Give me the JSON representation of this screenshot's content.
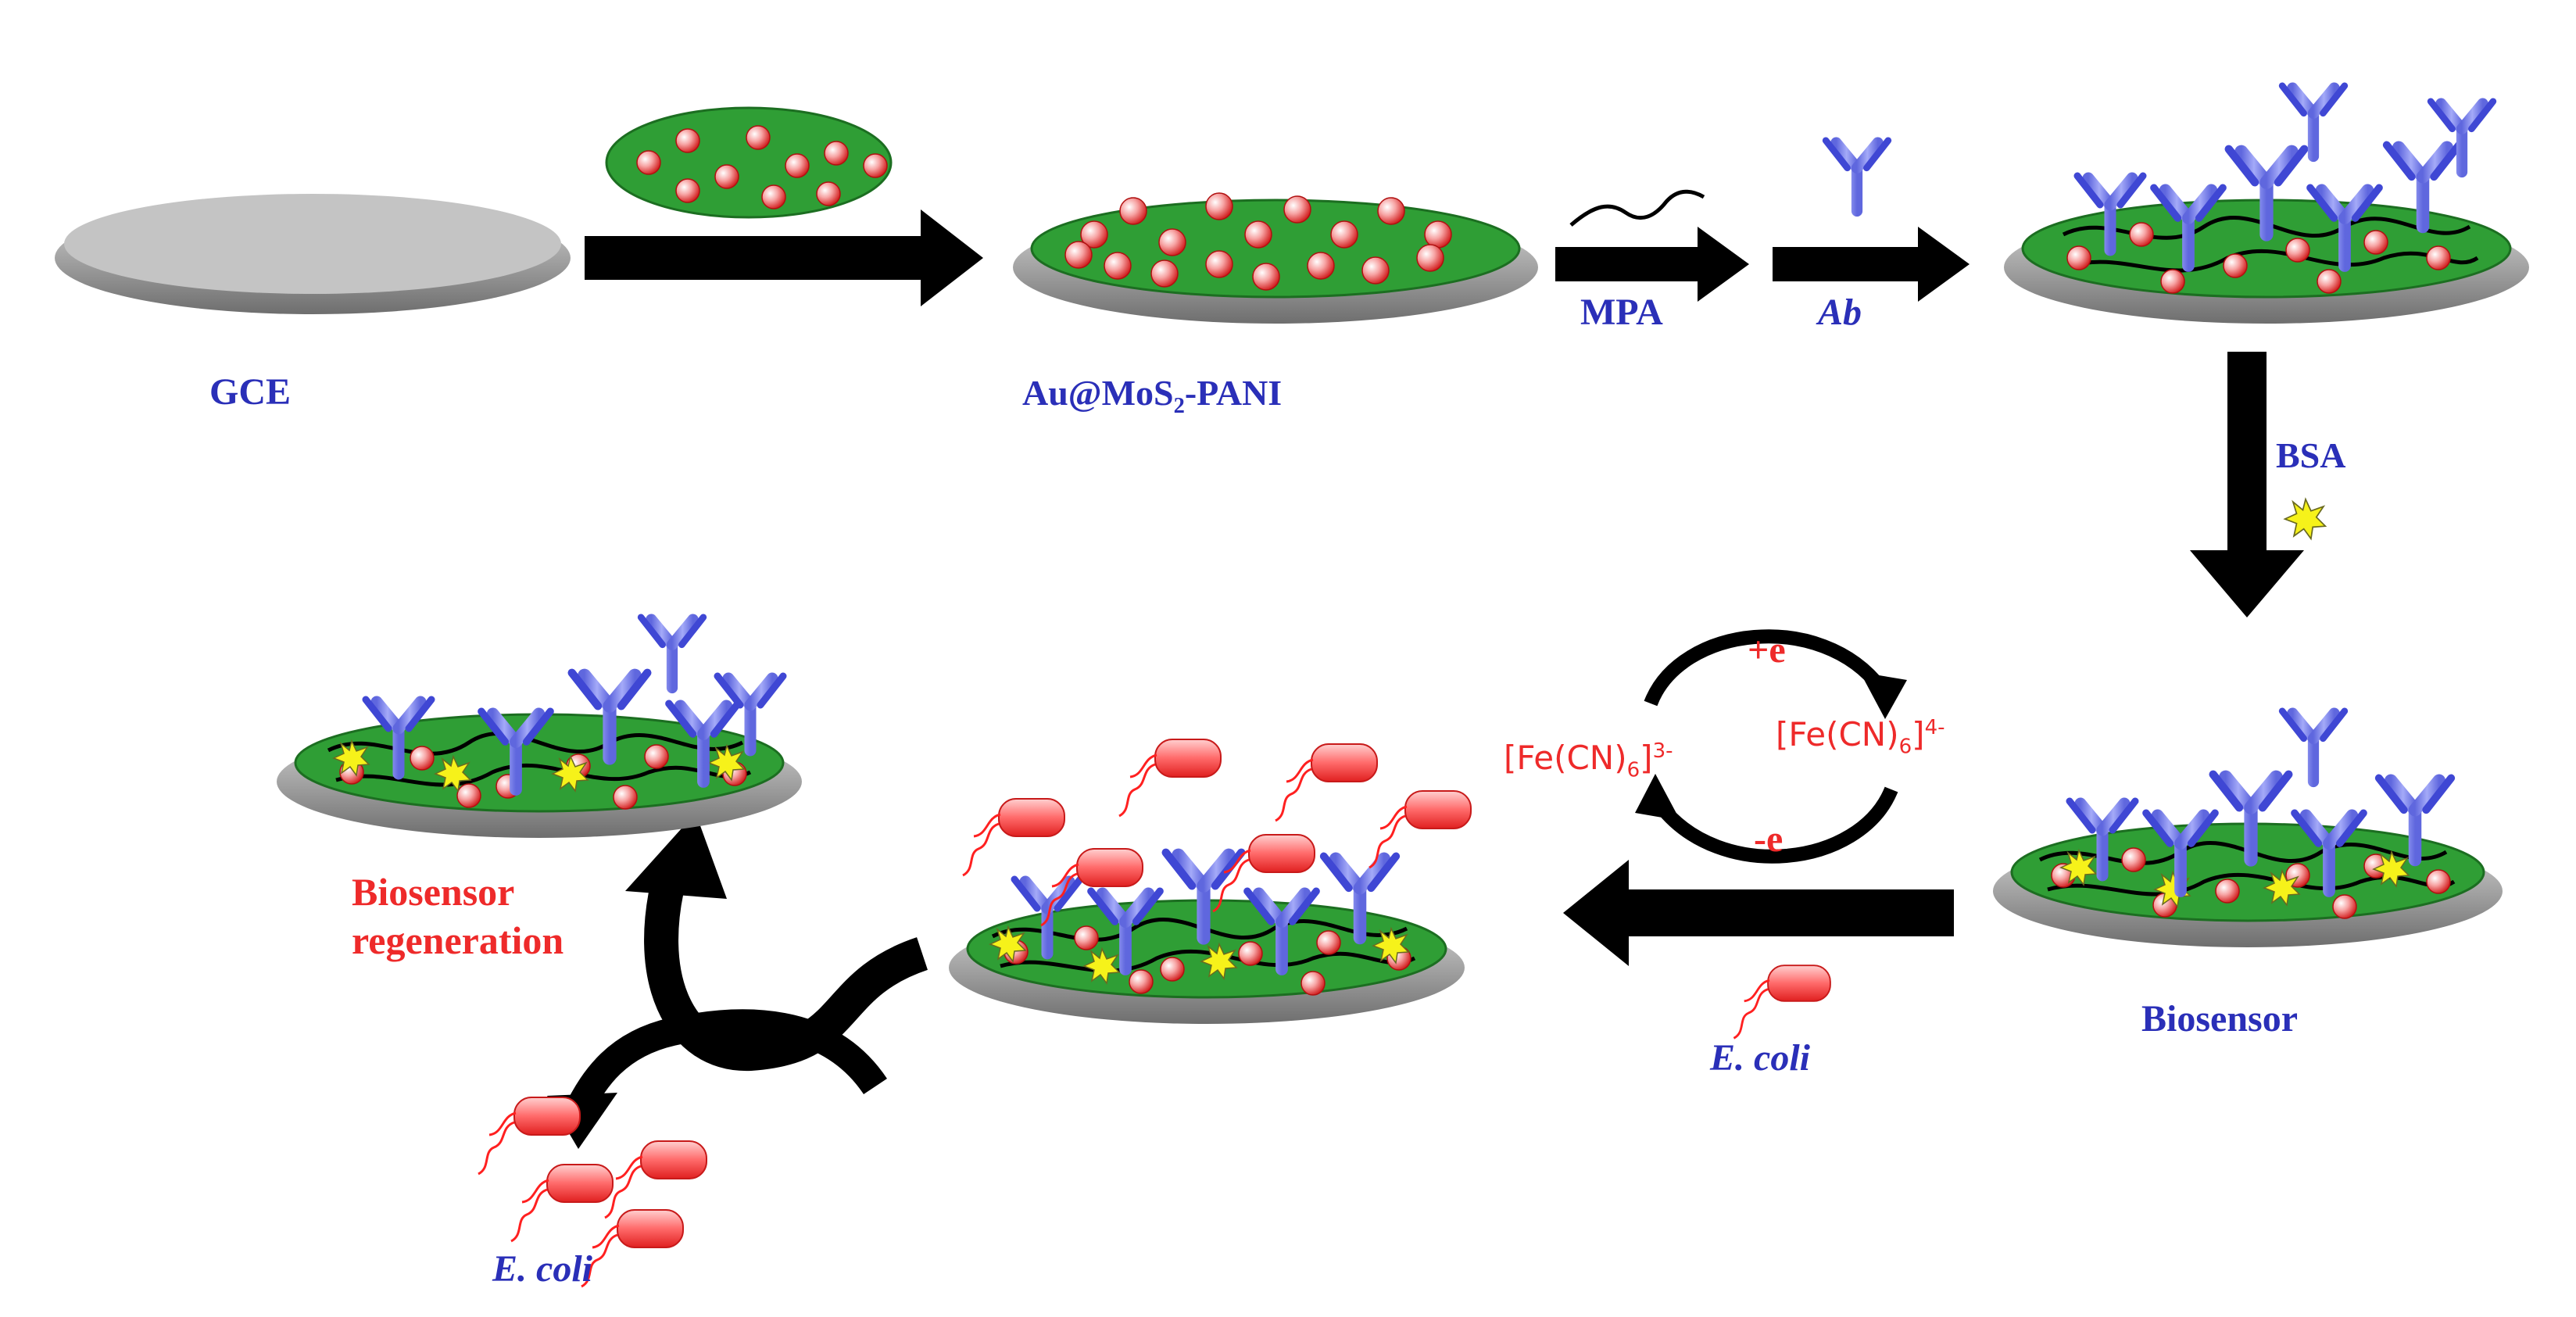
{
  "labels": {
    "gce": "GCE",
    "composite_prefix": "Au@MoS",
    "composite_sub": "2",
    "composite_suffix": "-PANI",
    "mpa": "MPA",
    "ab": "Ab",
    "bsa": "BSA",
    "biosensor": "Biosensor",
    "e_coli": "E. coli",
    "regeneration_line1": "Biosensor",
    "regeneration_line2": "regeneration",
    "plus_e": "+e",
    "minus_e": "-e",
    "fe_prefix": "[Fe(CN)",
    "fe_sub": "6",
    "fe_close": "]",
    "fe3_charge": "3-",
    "fe4_charge": "4-"
  },
  "colors": {
    "label_blue": "#2a2fb8",
    "label_red": "#ee2a2a",
    "film_green": "#2f9e35",
    "electrode_grey": "#9a9a9a",
    "antibody": "#7f86f2",
    "bsa_yellow": "#f6f21a",
    "arrow": "#000000"
  }
}
